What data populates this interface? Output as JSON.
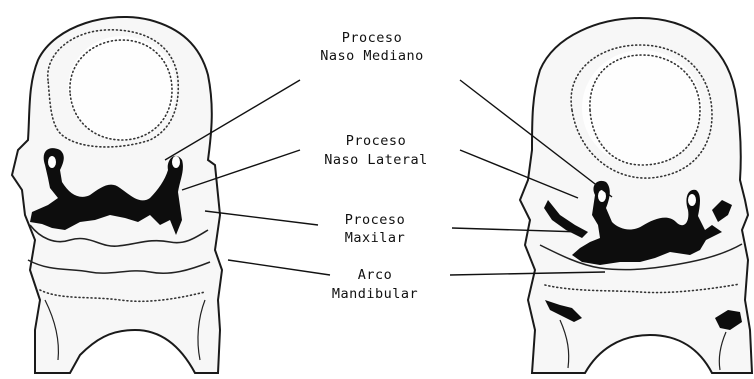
{
  "labels": {
    "naso_mediano_line1": "Proceso",
    "naso_mediano_line2": "Naso Mediano",
    "naso_lateral_line1": "Proceso",
    "naso_lateral_line2": "Naso Lateral",
    "maxilar_line1": "Proceso",
    "maxilar_line2": "Maxilar",
    "mandibular_line1": "Arco",
    "mandibular_line2": "Mandibular"
  },
  "colors": {
    "ink": "#111111",
    "tissue": "#f7f7f7",
    "background": "#ffffff"
  }
}
